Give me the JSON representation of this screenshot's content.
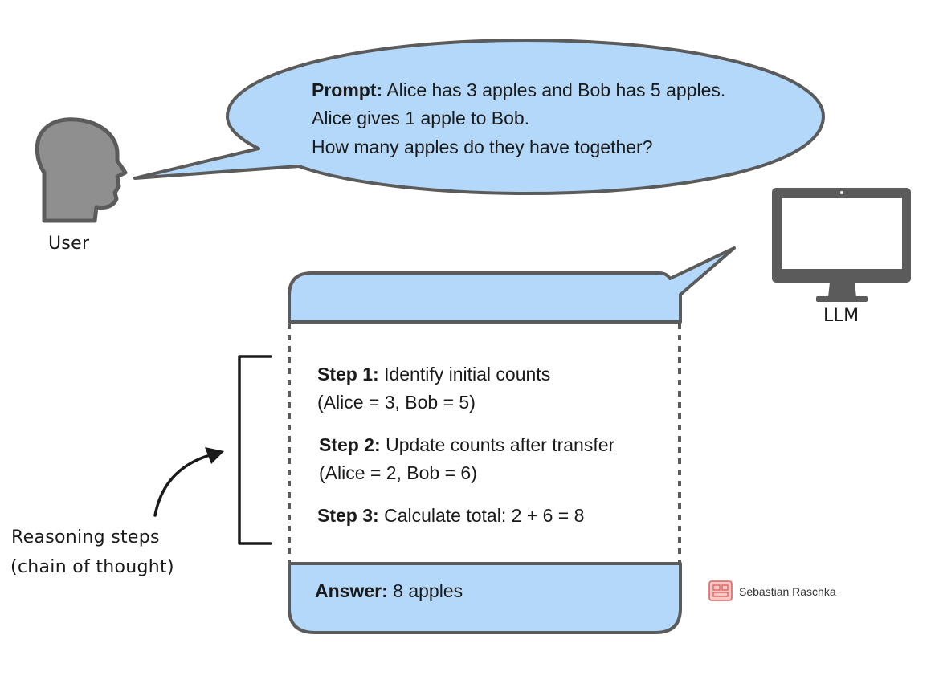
{
  "colors": {
    "bubble_fill": "#b3d8f9",
    "outline": "#5b5b5b",
    "icon_fill": "#8f8f8f",
    "text": "#1a1a1a",
    "logo": "#e05a5a"
  },
  "user": {
    "icon": "user-head-icon",
    "label": "User"
  },
  "llm": {
    "icon": "monitor-icon",
    "label": "LLM"
  },
  "prompt": {
    "label": "Prompt:",
    "line1": "Alice has 3 apples and Bob has 5 apples.",
    "line2": "Alice gives 1 apple to Bob.",
    "line3": "How many apples do they have together?"
  },
  "steps": [
    {
      "label": "Step 1:",
      "text": "Identify initial counts",
      "detail": "(Alice = 3, Bob = 5)"
    },
    {
      "label": "Step 2:",
      "text": "Update counts after transfer",
      "detail": "(Alice = 2, Bob = 6)"
    },
    {
      "label": "Step 3:",
      "text": "Calculate total: 2 + 6 = 8"
    }
  ],
  "answer": {
    "label": "Answer:",
    "text": "8 apples"
  },
  "annotation": {
    "line1": "Reasoning steps",
    "line2": "(chain of thought)"
  },
  "credit": {
    "logo_icon": "author-logo-icon",
    "name": "Sebastian Raschka"
  }
}
